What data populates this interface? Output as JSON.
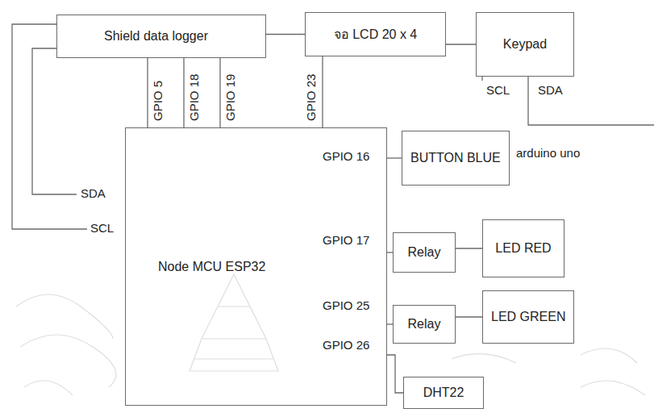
{
  "diagram": {
    "nodes": [
      {
        "text": [
          "Shield data logger"
        ]
      },
      {
        "text": [
          "จอ LCD 20 x 4"
        ]
      },
      {
        "text": [
          "Keypad"
        ]
      },
      {
        "text": [
          "BUTTON BLUE"
        ]
      },
      {
        "text": [
          "Node MCU ESP32"
        ]
      },
      {
        "text": [
          "Relay"
        ]
      },
      {
        "text": [
          "LED RED"
        ]
      },
      {
        "text": [
          "Relay"
        ]
      },
      {
        "text": [
          "LED GREEN"
        ]
      },
      {
        "text": [
          "DHT22"
        ]
      }
    ],
    "edges": [
      {
        "from": 0,
        "to": 1,
        "arrow": "none"
      },
      {
        "from": 1,
        "to": 2,
        "arrow": "none"
      },
      {
        "from": 4,
        "to": 0,
        "arrow": "none"
      },
      {
        "from": 4,
        "to": 1,
        "arrow": "none"
      },
      {
        "from": 4,
        "to": 3,
        "arrow": "none"
      },
      {
        "from": 4,
        "to": 5,
        "arrow": "none"
      },
      {
        "from": 5,
        "to": 6,
        "arrow": "none"
      },
      {
        "from": 4,
        "to": 7,
        "arrow": "none"
      },
      {
        "from": 7,
        "to": 8,
        "arrow": "none"
      },
      {
        "from": 4,
        "to": 9,
        "arrow": "none"
      }
    ],
    "labels": [
      "GPIO 5",
      "GPIO 18",
      "GPIO 19",
      "GPIO 23",
      "SCL",
      "SDA",
      "arduino uno",
      "GPIO 16",
      "SDA",
      "SCL",
      "GPIO 17",
      "GPIO 25",
      "GPIO 26"
    ]
  }
}
